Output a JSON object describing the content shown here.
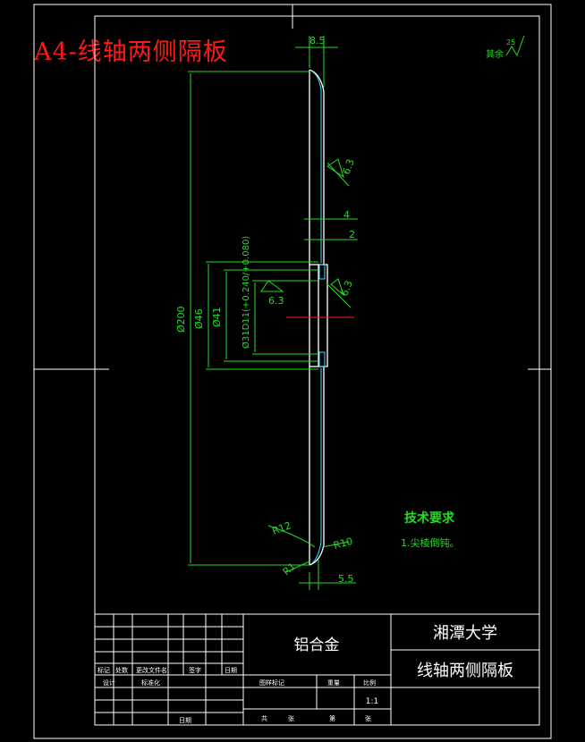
{
  "title_overlay": "A4-线轴两侧隔板",
  "dimensions": {
    "d1": "8.5",
    "d2": "Ø200",
    "d3": "Ø46",
    "d4": "Ø41",
    "d5": "Ø31D11(+0.240/+0.080)",
    "d6": "4",
    "d7": "2",
    "d8": "5.5",
    "r1": "R12",
    "r2": "R10",
    "r3": "R1"
  },
  "roughness": {
    "r_a": "6.3",
    "r_b": "6.3",
    "r_c": "6.3",
    "rest_label": "其余",
    "rest_value": "25"
  },
  "notes": {
    "heading": "技术要求",
    "item1": "1.尖棱倒钝。"
  },
  "title_block": {
    "material": "铝合金",
    "school": "湘潭大学",
    "part_name": "线轴两侧隔板",
    "scale": "1:1",
    "labels": {
      "biaoji": "标记",
      "chushu": "处数",
      "genggai": "更改文件名",
      "qianzi": "签字",
      "riqi": "日期",
      "sheji": "设计",
      "biaozhunhua": "标准化",
      "tuyang": "图样标记",
      "zhongliang": "重量",
      "bili": "比例",
      "gong": "共",
      "zhang": "张",
      "di": "第"
    }
  },
  "colors": {
    "outline": "#ffffff",
    "dimension": "#22dd22",
    "hatch": "#44ddff",
    "center": "#ff2020",
    "overlay": "#ff1a1a"
  }
}
